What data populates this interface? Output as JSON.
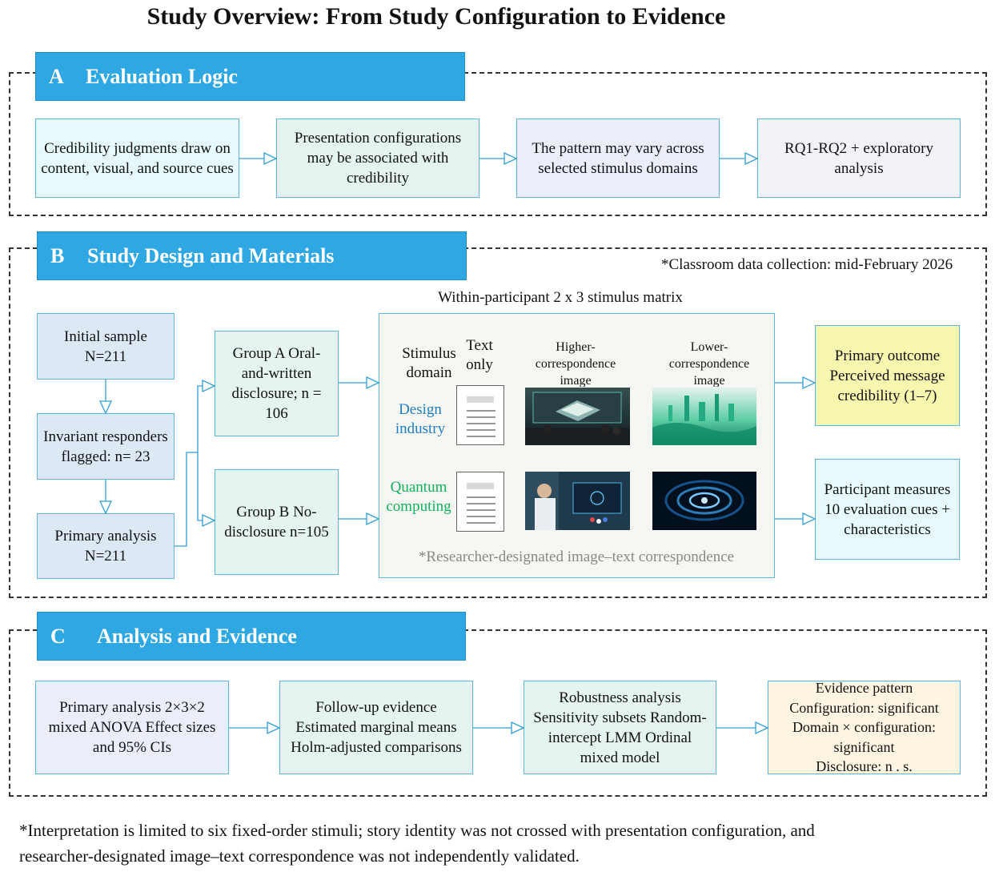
{
  "title": "Study Overview: From Study Configuration to Evidence",
  "panel_a": {
    "letter": "A",
    "title": "Evaluation Logic",
    "boxes": [
      "Credibility judgments draw on content, visual, and source cues",
      "Presentation configurations may be associated with credibility",
      "The pattern may vary across selected stimulus domains",
      "RQ1-RQ2 + exploratory analysis"
    ]
  },
  "panel_b": {
    "letter": "B",
    "title": "Study Design and Materials",
    "note": "*Classroom data collection: mid-February 2026",
    "initial_sample": "Initial sample N=211",
    "invariant": "Invariant responders flagged: n= 23",
    "primary_analysis": "Primary analysis N=211",
    "group_a": "Group A Oral-and-written disclosure; n = 106",
    "group_b": "Group B No-disclosure n=105",
    "matrix": {
      "caption": "Within-participant 2 x 3 stimulus matrix",
      "col_domain": "Stimulus domain",
      "col_text": "Text only",
      "col_higher": "Higher-correspondence image",
      "col_lower": "Lower-correspondence image",
      "row_design": "Design industry",
      "row_quantum": "Quantum computing",
      "footnote": "*Researcher-designated image–text correspondence",
      "design_color": "#1f7fc0",
      "quantum_color": "#10b15c"
    },
    "primary_outcome": "Primary outcome Perceived message credibility (1–7)",
    "participant_measures": "Participant measures 10 evaluation cues + characteristics"
  },
  "panel_c": {
    "letter": "C",
    "title": "Analysis and Evidence",
    "boxes": [
      "Primary analysis 2×3×2 mixed ANOVA Effect sizes and 95% CIs",
      "Follow-up evidence Estimated marginal means Holm-adjusted comparisons",
      "Robustness analysis Sensitivity subsets Random-intercept LMM Ordinal mixed model"
    ],
    "evidence": {
      "l1": "Evidence pattern",
      "l2": "Configuration: significant",
      "l3": "Domain × configuration: significant",
      "l4": "Disclosure: n . s."
    }
  },
  "footnote_line1": "*Interpretation is limited to six fixed-order stimuli; story identity was not crossed with presentation configuration, and",
  "footnote_line2": "researcher-designated image–text correspondence was not independently validated.",
  "colors": {
    "band": "#2fa7e3",
    "connector": "#2f9fd8"
  }
}
